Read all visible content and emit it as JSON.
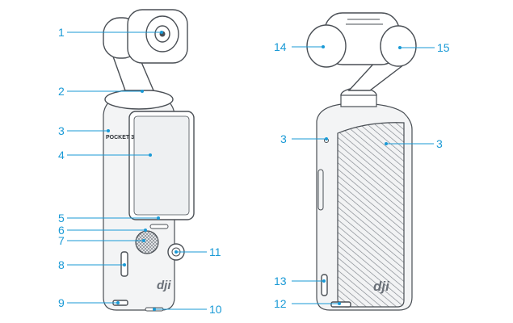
{
  "diagram": {
    "labels": {
      "l1": "1",
      "l2": "2",
      "l3a": "3",
      "l4": "4",
      "l5": "5",
      "l6": "6",
      "l7": "7",
      "l8": "8",
      "l9": "9",
      "l10": "10",
      "l11": "11",
      "l3b": "3",
      "l3c": "3",
      "l12": "12",
      "l13": "13",
      "l14": "14",
      "l15": "15"
    },
    "device_text": {
      "model": "POCKET 3",
      "logo_front": "dji",
      "logo_back": "dji"
    },
    "colors": {
      "callout": "#1a9ad6",
      "outline": "#4a4f55"
    }
  }
}
